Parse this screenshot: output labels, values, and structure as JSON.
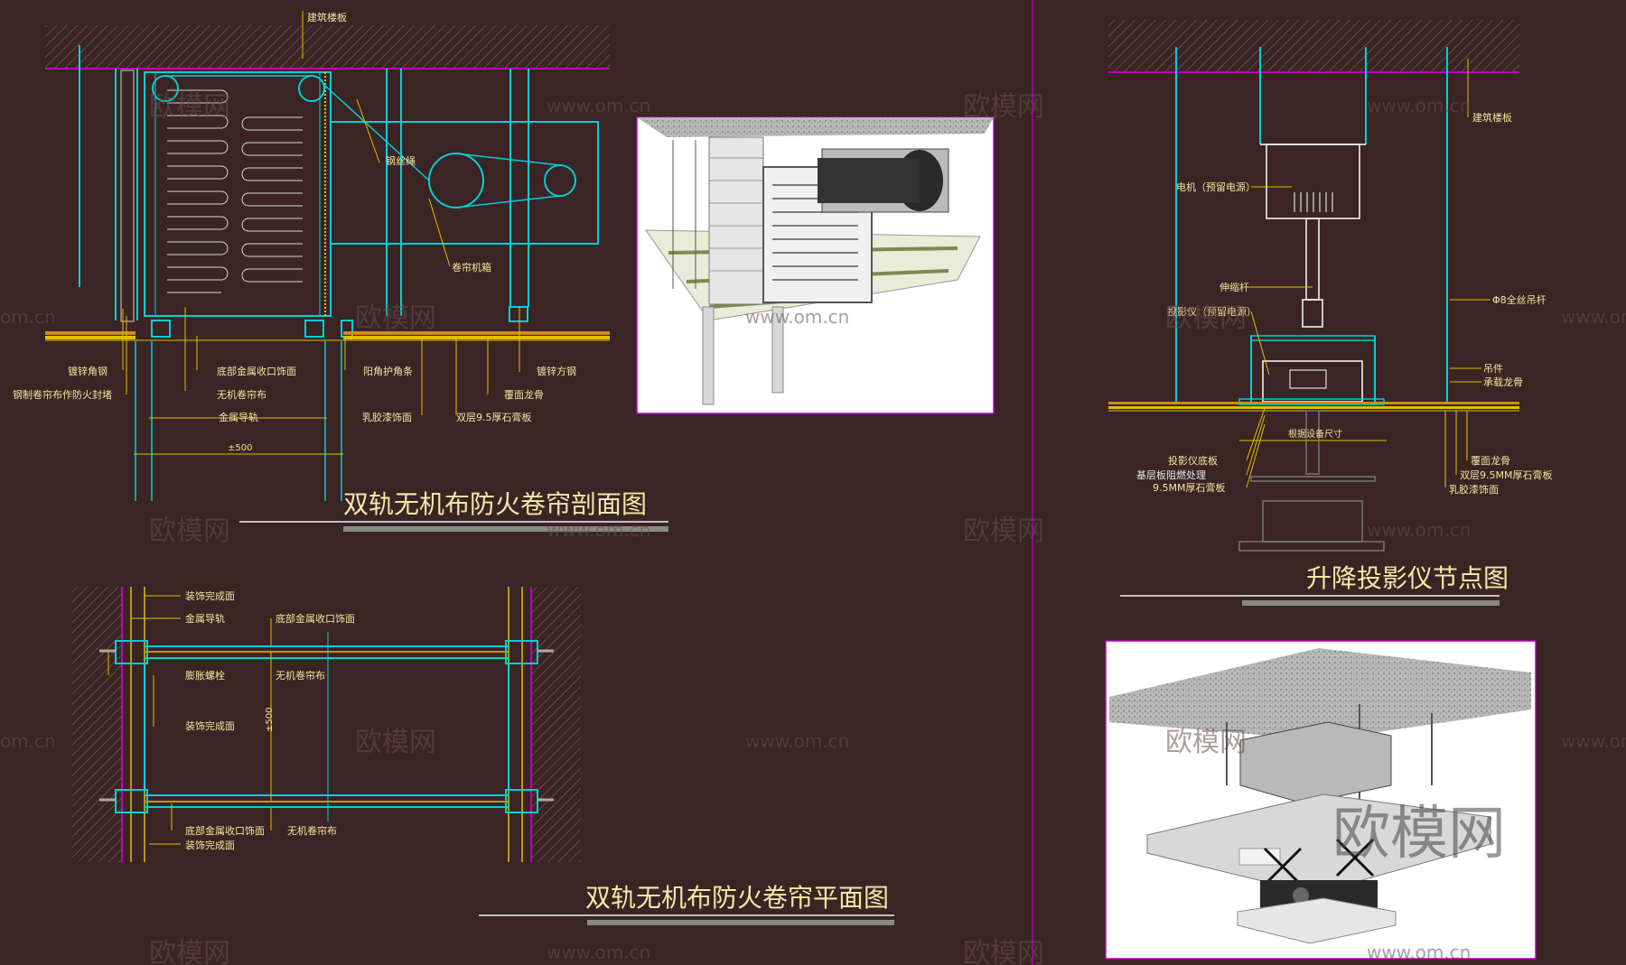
{
  "section_drawing": {
    "title": "双轨无机布防火卷帘剖面图",
    "labels": {
      "building_slab": "建筑楼板",
      "wire_rope": "钢丝绳",
      "roller_box": "卷帘机箱",
      "galvanized_angle": "镀锌角钢",
      "steel_curtain_seal": "钢制卷帘布作防火封堵",
      "bottom_trim": "底部金属收口饰面",
      "curtain_cloth": "无机卷帘布",
      "metal_rail": "金属导轨",
      "corner_guard": "阳角护角条",
      "latex_paint": "乳胶漆饰面",
      "galvanized_square": "镀锌方钢",
      "cover_keel": "覆面龙骨",
      "double_gypsum": "双层9.5厚石膏板",
      "dim_500": "±500"
    }
  },
  "plan_drawing": {
    "title": "双轨无机布防火卷帘平面图",
    "labels": {
      "finish_surface_top": "装饰完成面",
      "metal_rail": "金属导轨",
      "bottom_trim_top": "底部金属收口饰面",
      "expansion_bolt": "膨胀螺栓",
      "curtain_cloth_top": "无机卷帘布",
      "finish_surface_mid": "装饰完成面",
      "bottom_trim_bottom": "底部金属收口饰面",
      "curtain_cloth_bottom": "无机卷帘布",
      "finish_surface_bottom": "装饰完成面",
      "dim_500": "±500"
    }
  },
  "projector_drawing": {
    "title": "升降投影仪节点图",
    "labels": {
      "building_slab": "建筑楼板",
      "motor": "电机（预留电源）",
      "telescopic_rod": "伸缩杆",
      "projector": "投影仪（预留电源）",
      "rod_8": "Φ8全丝吊杆",
      "hanger": "吊件",
      "bearing_keel": "承载龙骨",
      "device_size": "根据设备尺寸",
      "projector_base": "投影仪底板",
      "base_fireproof": "基层板阻燃处理",
      "gypsum_95": "9.5MM厚石膏板",
      "cover_keel": "覆面龙骨",
      "double_gypsum": "双层9.5MM厚石膏板",
      "latex_paint": "乳胶漆饰面"
    }
  },
  "watermarks": {
    "brand": "欧模网",
    "url": "www.om.cn",
    "url_partial": "om.cn"
  },
  "colors": {
    "background": "#3a2424",
    "cyan": "#00d0d8",
    "yellow": "#f0e030",
    "magenta": "#c000c0",
    "label": "#f5e6a0"
  }
}
